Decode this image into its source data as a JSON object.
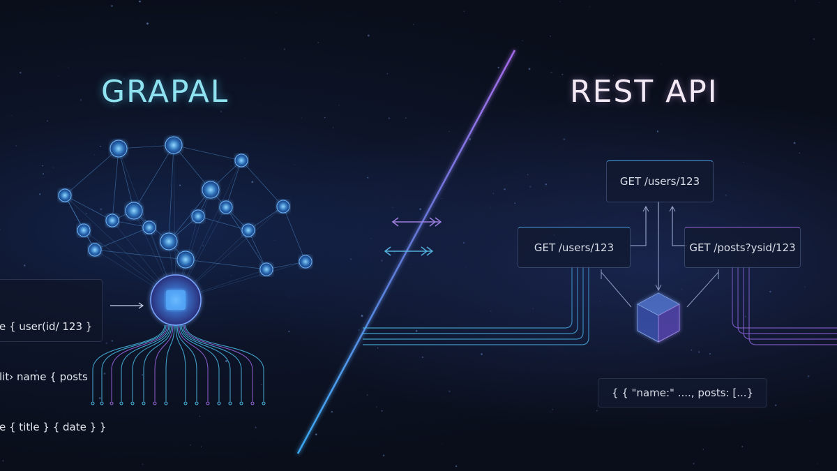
{
  "left_panel": {
    "title": "GRAPAL",
    "query_lines": [
      "e { user(id/ 123 }",
      "lit› name { posts",
      "e { title } { date } }"
    ],
    "icons": [
      "network-graph-icon",
      "hub-node-icon"
    ]
  },
  "divider": {
    "colors": {
      "top": "#a46ae8",
      "bottom": "#3aa8f0"
    },
    "icons": [
      "double-arrow-purple-icon",
      "double-arrow-cyan-icon"
    ]
  },
  "right_panel": {
    "title": "REST API",
    "endpoints": [
      "GET /users/123",
      "GET /users/123",
      "GET /posts?ysid/123"
    ],
    "response": "{ { \"name:\" ...., posts: [...}",
    "icons": [
      "server-cube-icon"
    ]
  },
  "colors": {
    "background": "#0a0e1a",
    "cyan": "#4ec3f0",
    "purple": "#a46ae8",
    "title_cyan": "#8fe3f0"
  }
}
